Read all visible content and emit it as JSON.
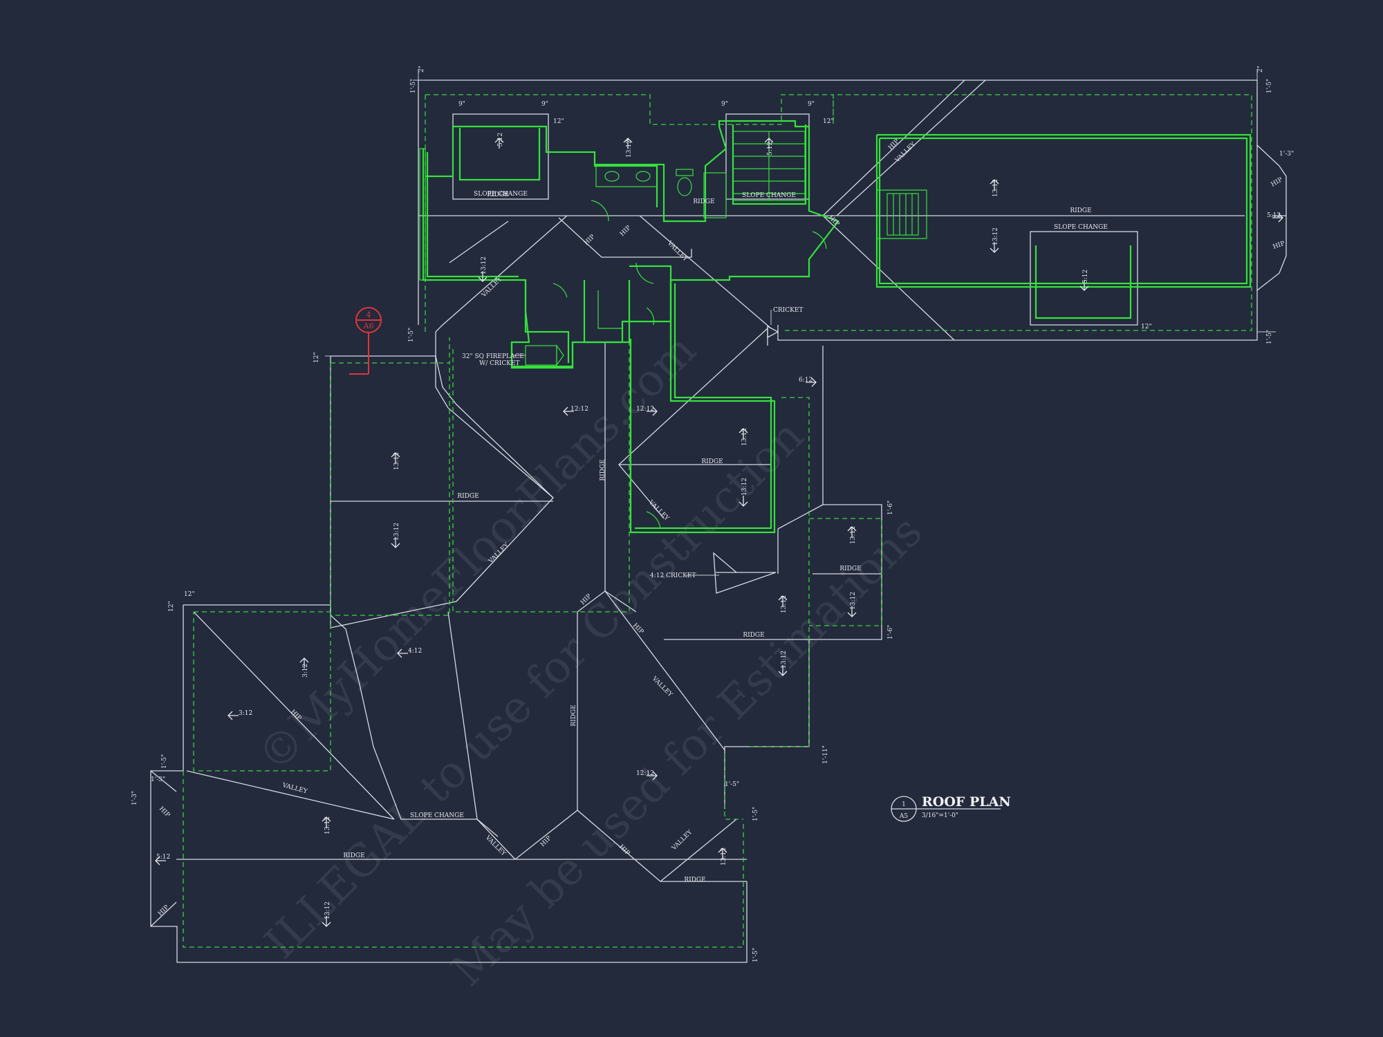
{
  "title": {
    "name": "ROOF PLAN",
    "scale": "3/16\"=1'-0\"",
    "callout_number": "1",
    "callout_sheet": "A5"
  },
  "section_marker": {
    "number": "4",
    "sheet": "A6"
  },
  "watermark": {
    "line1": "©MyHomeFloorPlans.com",
    "line2": "ILLEGAL to use for Construction",
    "line3": "May be used for Estimations"
  },
  "labels": {
    "ridge": "RIDGE",
    "hip": "HIP",
    "valley": "VALLEY",
    "slope_change": "SLOPE CHANGE",
    "cricket": "CRICKET",
    "cricket_412": "4:12 CRICKET",
    "fireplace_line1": "32\" SQ FIREPLACE",
    "fireplace_line2": "W/ CRICKET"
  },
  "pitches": {
    "p1312": "13:12",
    "p1212": "12:12",
    "p512": "5:12",
    "p612": "6:12",
    "p412": "4:12",
    "p312": "3:12"
  },
  "dimensions": {
    "d12": "12\"",
    "d9": "9\"",
    "d15": "1'-5\"",
    "d13": "1'-3\"",
    "d16": "1'-6\"",
    "d111": "1'-11\"",
    "d2": "2\""
  },
  "colors": {
    "background": "#232a3c",
    "roof_lines": "#d8dbe4",
    "upper_floor_walls": "#36e23c",
    "section_marker": "#e0353a"
  },
  "icons": [
    "section-marker-icon",
    "slope-arrow-icon",
    "sink-icon",
    "toilet-icon",
    "stair-icon"
  ]
}
